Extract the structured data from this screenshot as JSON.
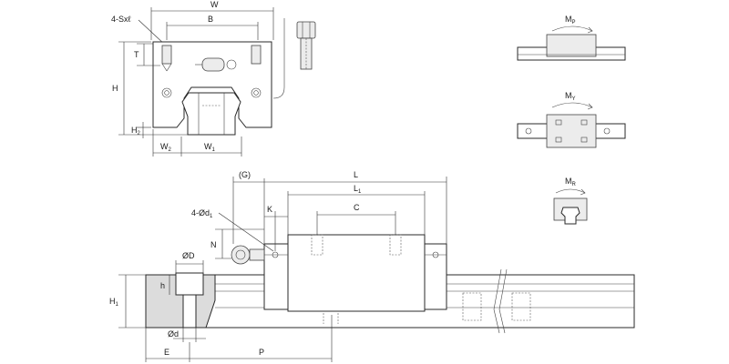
{
  "front_view": {
    "label_W": "W",
    "label_B": "B",
    "label_screw": "4-Sxℓ",
    "label_T": "T",
    "label_H": "H",
    "label_H2": "H",
    "label_H2_sub": "2",
    "label_W2": "W",
    "label_W2_sub": "2",
    "label_W1": "W",
    "label_W1_sub": "1"
  },
  "side_view": {
    "label_G": "(G)",
    "label_L": "L",
    "label_L1": "L",
    "label_L1_sub": "1",
    "label_C": "C",
    "label_K": "K",
    "label_d1": "4-Ød",
    "label_d1_sub": "1",
    "label_N": "N"
  },
  "rail_section": {
    "label_D": "ØD",
    "label_h": "h",
    "label_H1": "H",
    "label_H1_sub": "1",
    "label_d": "Ød",
    "label_E": "E",
    "label_P": "P"
  },
  "moment_views": {
    "mp": "M",
    "mp_sub": "P",
    "my": "M",
    "my_sub": "Y",
    "mr": "M",
    "mr_sub": "R"
  },
  "colors": {
    "line": "#2a2a2a",
    "section_fill": "#dcdcdc",
    "background": "#ffffff"
  }
}
